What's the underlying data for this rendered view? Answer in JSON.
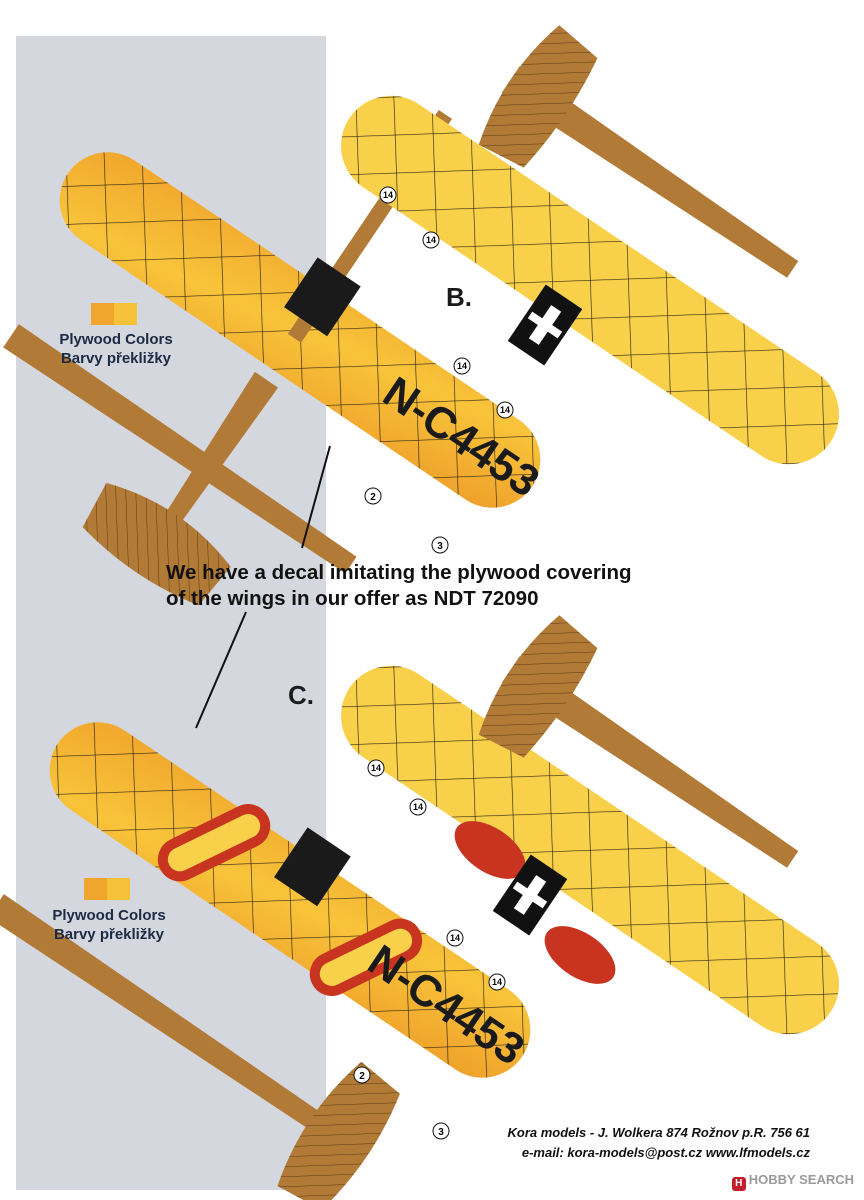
{
  "legend_top": {
    "line1": "Plywood Colors",
    "line2": "Barvy překližky"
  },
  "legend_bottom": {
    "line1": "Plywood Colors",
    "line2": "Barvy překližky"
  },
  "scheme_b": "B.",
  "scheme_c": "C.",
  "note": {
    "line1": "We have a decal imitating the plywood covering",
    "line2": "of the wings in our offer as NDT 72090"
  },
  "registration_b": "N-C4453",
  "registration_c": "N-C4453",
  "callouts": {
    "c14": "14",
    "c2": "2",
    "c3": "3"
  },
  "credits": {
    "line1": "Kora models -  J. Wolkera 874 Rožnov p.R. 756 61",
    "line2": "e-mail: kora-models@post.cz   www.lfmodels.cz"
  },
  "watermark": {
    "logo": "H",
    "text": "HOBBY SEARCH"
  },
  "colors": {
    "plywood_light": "#f7c13a",
    "plywood_dark": "#e8a12a",
    "fuselage": "#b17a36",
    "wing_yellow": "#f8d04a",
    "float_red": "#c8341f",
    "panel_bg": "#d4d7de"
  }
}
